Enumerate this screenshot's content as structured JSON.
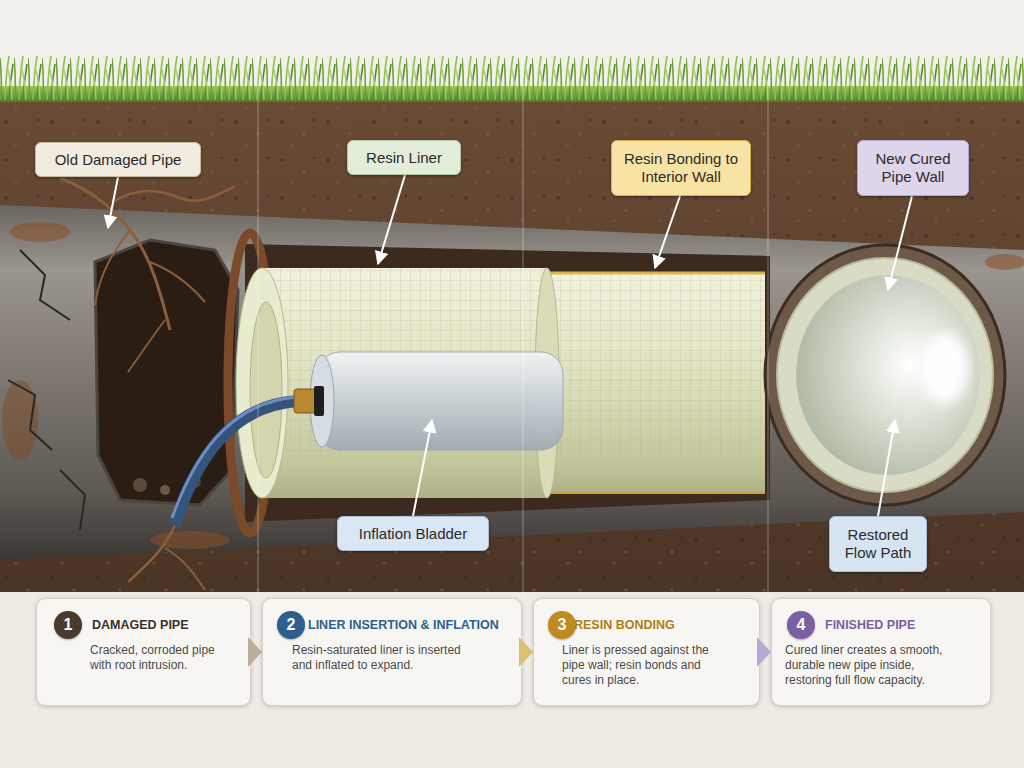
{
  "diagram": {
    "nodes": [
      {
        "text": [
          "Old Damaged Pipe"
        ]
      },
      {
        "text": [
          "Resin Liner"
        ]
      },
      {
        "text": [
          "Resin Bonding to Interior Wall"
        ]
      },
      {
        "text": [
          "New Cured Pipe Wall"
        ]
      },
      {
        "text": [
          "Inflation Bladder"
        ]
      },
      {
        "text": [
          "Restored Flow Path"
        ]
      },
      {
        "text": [
          "DAMAGED PIPE",
          "Cracked, corroded pipe with root intrusion."
        ]
      },
      {
        "text": [
          "1"
        ],
        "in": 6
      },
      {
        "text": [
          "LINER INSERTION & INFLATION",
          "Resin-saturated liner is inserted and inflated to expand."
        ]
      },
      {
        "text": [
          "2"
        ],
        "in": 8
      },
      {
        "text": [
          "RESIN BONDING",
          "Liner is pressed against the pipe wall; resin bonds and cures in place."
        ]
      },
      {
        "text": [
          "3"
        ],
        "in": 10
      },
      {
        "text": [
          "FINISHED PIPE",
          "Cured liner creates a smooth, durable new pipe inside, restoring full flow capacity."
        ]
      },
      {
        "text": [
          "4"
        ],
        "in": 12
      }
    ],
    "edges": [
      {
        "from": 6,
        "to": 8,
        "arrow": "to"
      },
      {
        "from": 8,
        "to": 10,
        "arrow": "to"
      },
      {
        "from": 10,
        "to": 12,
        "arrow": "to"
      }
    ]
  }
}
